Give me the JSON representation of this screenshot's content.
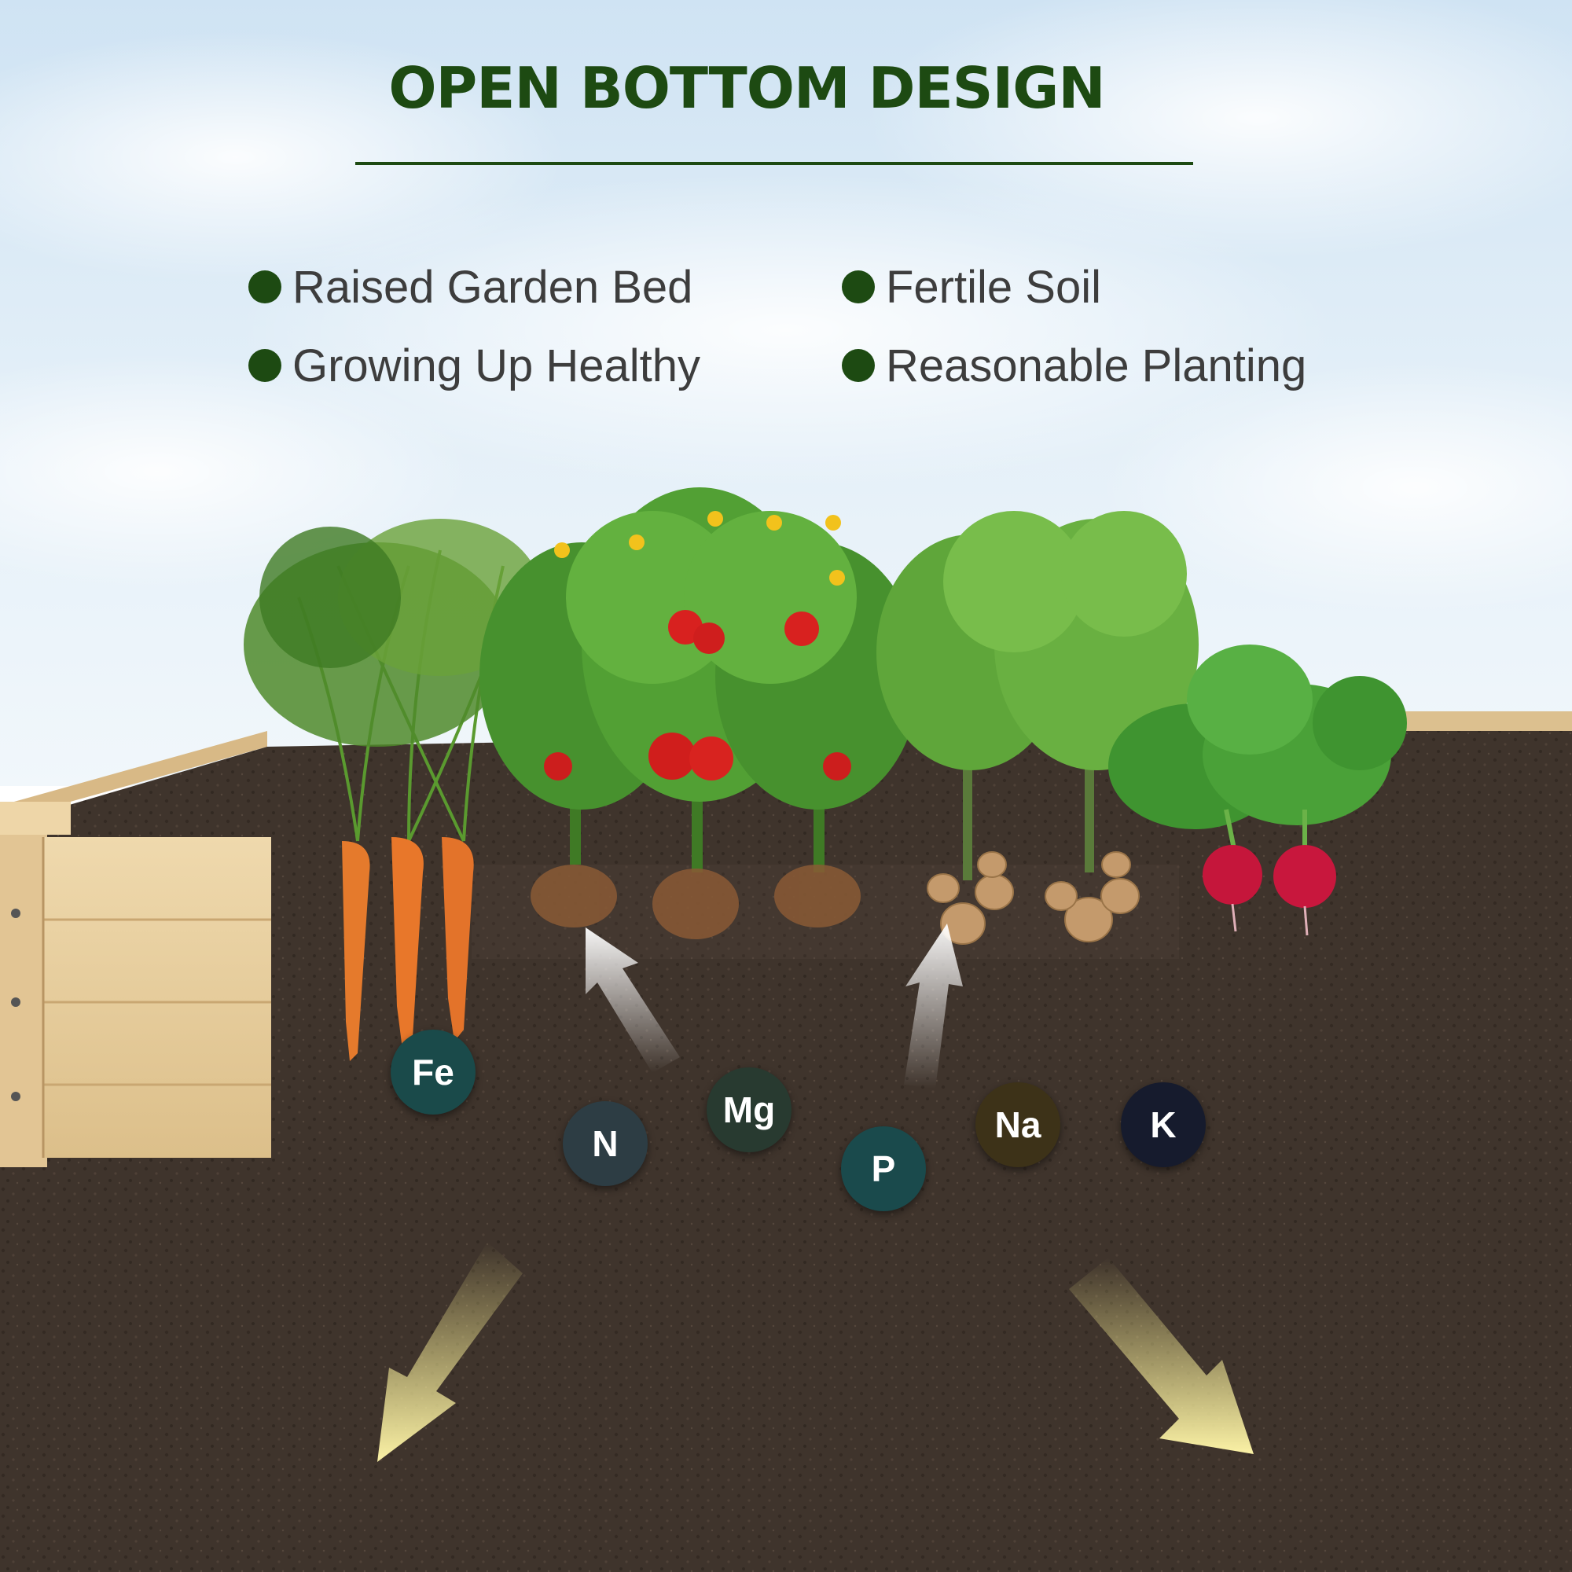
{
  "title": "OPEN BOTTOM DESIGN",
  "features": [
    {
      "label": "Raised Garden Bed"
    },
    {
      "label": "Fertile Soil"
    },
    {
      "label": "Growing Up Healthy"
    },
    {
      "label": "Reasonable Planting"
    }
  ],
  "nutrients": [
    {
      "symbol": "Fe",
      "color": "#1a4a4a"
    },
    {
      "symbol": "N",
      "color": "#2d3d44"
    },
    {
      "symbol": "Mg",
      "color": "#283a30"
    },
    {
      "symbol": "P",
      "color": "#1a4a4c"
    },
    {
      "symbol": "Na",
      "color": "#3d3218"
    },
    {
      "symbol": "K",
      "color": "#161b2d"
    }
  ],
  "colors": {
    "title": "#1d4a12",
    "bullet": "#1d4a12",
    "soil": "#3f342c",
    "wood": "#e7cd9d",
    "arrow_up": "#f4f4f4",
    "arrow_down": "#f3e27a"
  },
  "icons": [
    "carrot-icon",
    "tomato-plant-icon",
    "potato-plant-icon",
    "radish-icon",
    "up-arrow-icon",
    "down-arrow-icon"
  ]
}
